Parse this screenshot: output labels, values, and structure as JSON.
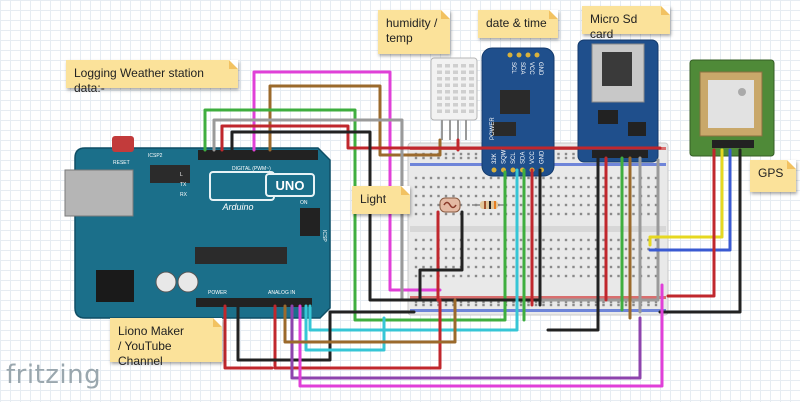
{
  "notes": {
    "logging": "Logging Weather station data:-",
    "humidity": "humidity /\ntemp",
    "datetime": "date & time",
    "microsd": "Micro Sd card",
    "light": "Light",
    "gps": "GPS",
    "credit": "Liono Maker\n/ YouTube Channel"
  },
  "arduino": {
    "brand": "Arduino",
    "model": "UNO",
    "reset": "RESET",
    "icsp2": "ICSP2",
    "tx": "TX",
    "rx": "RX",
    "l": "L",
    "on": "ON",
    "digital": "DIGITAL (PWM~)",
    "power": "POWER",
    "analog": "ANALOG IN",
    "icsp": "ICSP"
  },
  "rtc": {
    "pins_top": [
      "SCL",
      "SDA",
      "VCC",
      "GND"
    ],
    "pins_bottom": [
      "32K",
      "SQW",
      "SCL",
      "SDA",
      "VCC",
      "GND"
    ],
    "side": "POWER"
  },
  "app": {
    "logo": "fritzing"
  },
  "colors": {
    "arduino": "#1b6f8a",
    "module_blue": "#1f4f8c",
    "sticky": "#fbe29a",
    "gps_green": "#4f8a38",
    "wire_red": "#c0272d",
    "wire_black": "#222222",
    "wire_magenta": "#e040d8",
    "wire_cyan": "#36c6d6",
    "wire_green": "#3fae3f",
    "wire_yellow": "#e6d821",
    "wire_brown": "#9b6a2c",
    "wire_grey": "#9a9a9a",
    "wire_purple": "#8e44ad"
  }
}
